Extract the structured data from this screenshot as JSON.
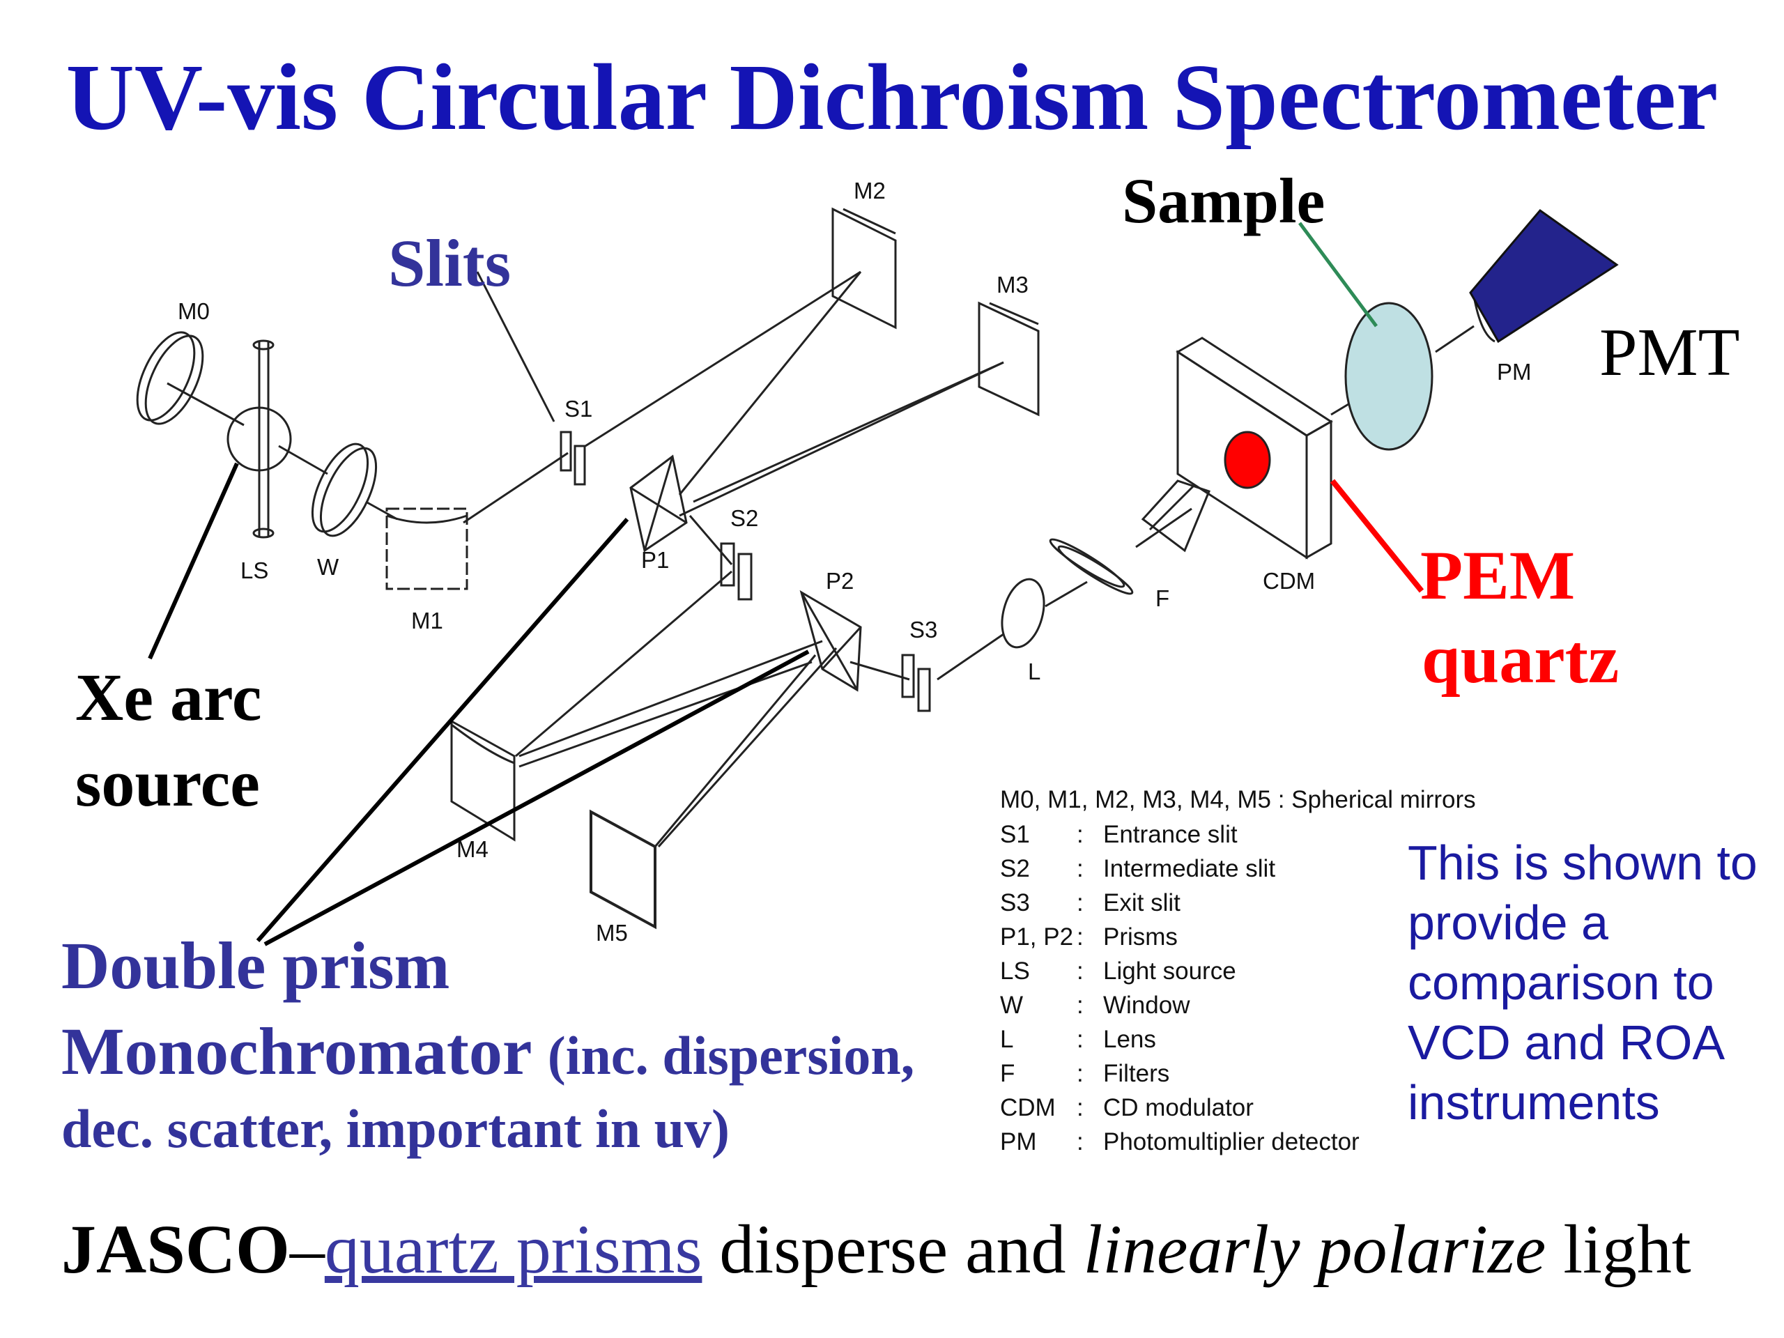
{
  "title": "UV-vis Circular Dichroism Spectrometer",
  "labels": {
    "slits": "Slits",
    "sample": "Sample",
    "pmt": "PMT",
    "pem_line1": "PEM",
    "pem_line2": "quartz",
    "xe_line1": "Xe arc",
    "xe_line2": "source",
    "monochromator_line1": "Double prism",
    "monochromator_line2": "Monochromator",
    "monochromator_paren1": "(inc. dispersion,",
    "monochromator_paren2": "dec. scatter, important in uv)"
  },
  "component_labels": {
    "m0": "M0",
    "m1": "M1",
    "m2": "M2",
    "m3": "M3",
    "m4": "M4",
    "m5": "M5",
    "ls": "LS",
    "w": "W",
    "s1": "S1",
    "s2": "S2",
    "s3": "S3",
    "p1": "P1",
    "p2": "P2",
    "l": "L",
    "f": "F",
    "cdm": "CDM",
    "pm": "PM"
  },
  "legend": {
    "header": "M0, M1, M2, M3, M4, M5 : Spherical mirrors",
    "rows": [
      {
        "sym": "S1",
        "desc": "Entrance slit"
      },
      {
        "sym": "S2",
        "desc": "Intermediate slit"
      },
      {
        "sym": "S3",
        "desc": "Exit slit"
      },
      {
        "sym": "P1, P2",
        "desc": "Prisms"
      },
      {
        "sym": "LS",
        "desc": "Light source"
      },
      {
        "sym": "W",
        "desc": "Window"
      },
      {
        "sym": "L",
        "desc": "Lens"
      },
      {
        "sym": "F",
        "desc": "Filters"
      },
      {
        "sym": "CDM",
        "desc": "CD modulator"
      },
      {
        "sym": "PM",
        "desc": "Photomultiplier detector"
      }
    ]
  },
  "note": "This is shown to provide a comparison to VCD and ROA instruments",
  "footer": {
    "brand": "JASCO",
    "dash": "–",
    "link_text": "quartz prisms",
    "middle": " disperse and ",
    "italic": "linearly polarize",
    "end": " light"
  },
  "colors": {
    "title": "#1414b4",
    "label_blue": "#33339a",
    "pem_red": "#ff0000",
    "pmt_fill": "#23238c",
    "sample_fill": "#bfe0e3",
    "sample_pointer": "#2e8b57",
    "note_blue": "#1a1aa0"
  }
}
